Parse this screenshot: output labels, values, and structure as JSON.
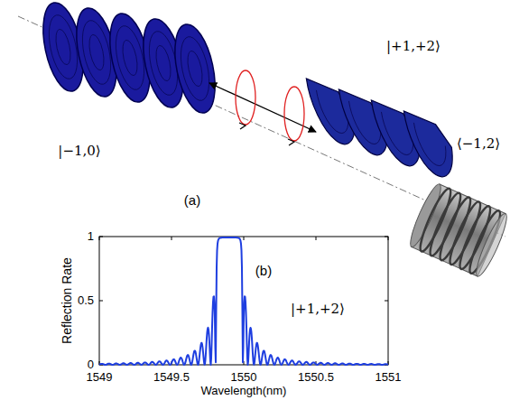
{
  "diagram": {
    "labels": [
      "|−1,0⟩",
      "|+1,+2⟩",
      "⟨−1,2⟩",
      "(a)",
      "1",
      "0.5",
      "0",
      "(b)",
      "|+1,+2⟩",
      "Reflection Rate",
      "1549",
      "1549.5",
      "1550",
      "1550.5",
      "1551",
      "Wavelength(nm)"
    ]
  }
}
